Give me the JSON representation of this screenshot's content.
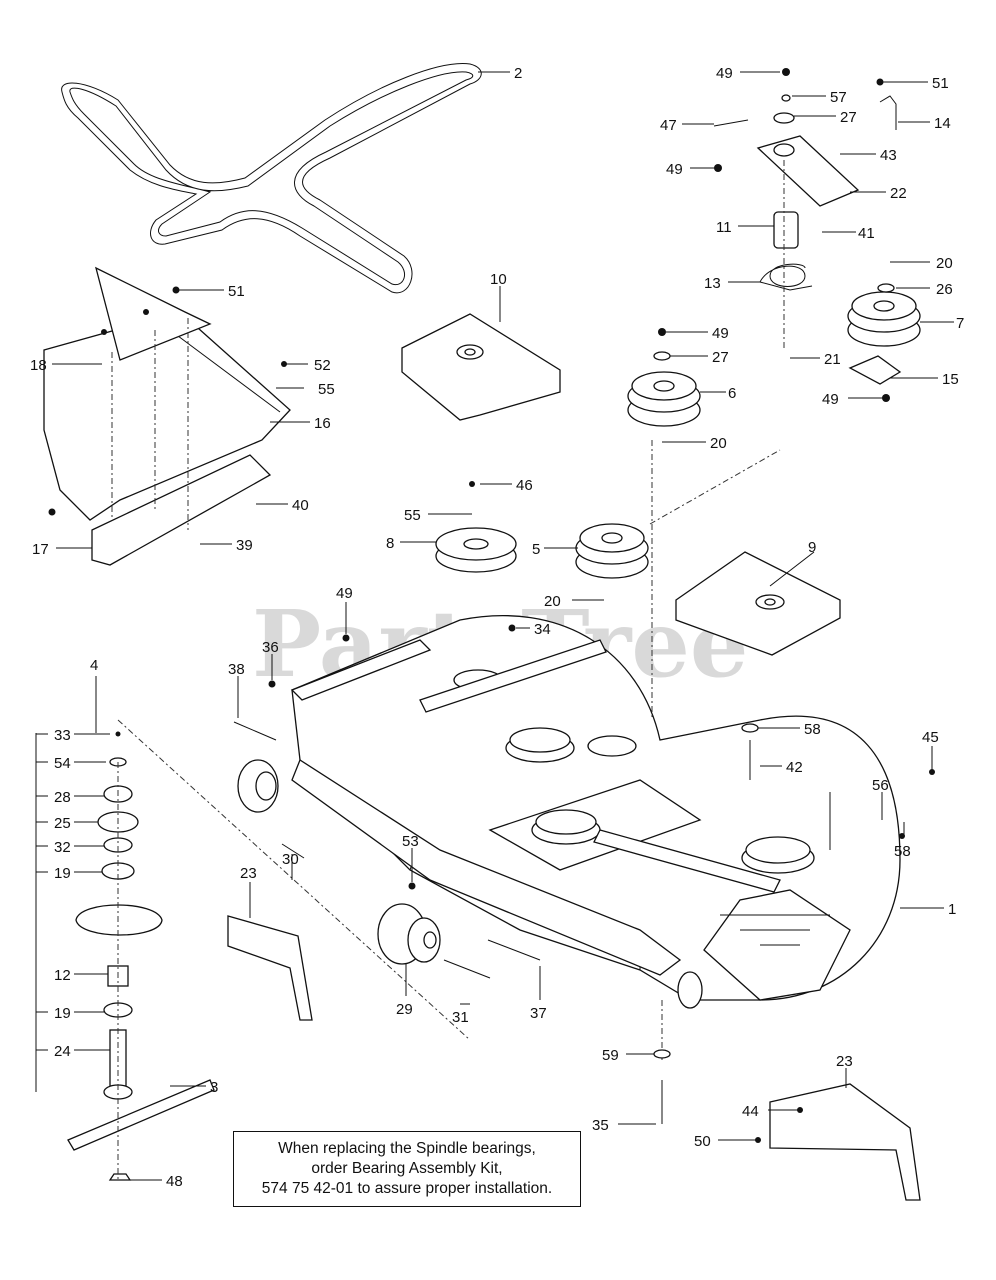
{
  "watermark": {
    "text": "PartsTree",
    "trademark": "TM"
  },
  "note": {
    "lines": [
      "When replacing the Spindle bearings,",
      "order Bearing Assembly Kit,",
      "574 75 42-01 to assure proper installation."
    ]
  },
  "callouts": [
    "1",
    "2",
    "3",
    "4",
    "5",
    "6",
    "7",
    "8",
    "9",
    "10",
    "11",
    "12",
    "13",
    "14",
    "15",
    "16",
    "17",
    "18",
    "19",
    "19",
    "20",
    "20",
    "20",
    "21",
    "22",
    "23",
    "23",
    "24",
    "25",
    "26",
    "27",
    "27",
    "28",
    "29",
    "30",
    "31",
    "32",
    "33",
    "34",
    "35",
    "36",
    "37",
    "38",
    "39",
    "40",
    "41",
    "42",
    "43",
    "44",
    "45",
    "46",
    "47",
    "48",
    "49",
    "49",
    "49",
    "49",
    "49",
    "50",
    "51",
    "51",
    "52",
    "53",
    "54",
    "55",
    "55",
    "56",
    "57",
    "58",
    "58",
    "59"
  ]
}
